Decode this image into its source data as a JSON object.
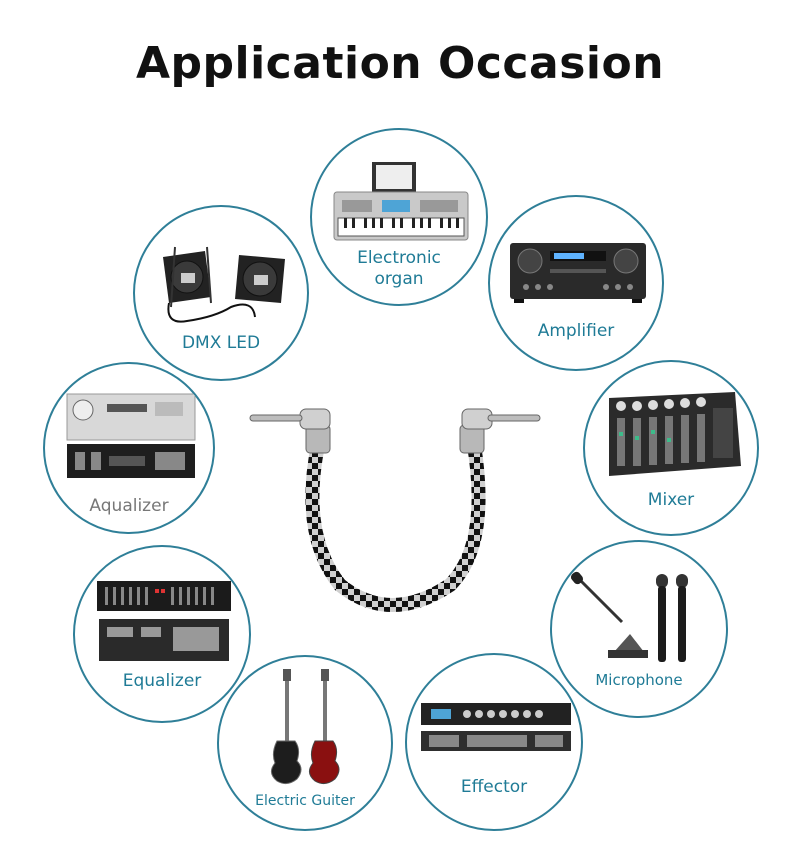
{
  "title": "Application Occasion",
  "accent_color": "#2f7f98",
  "items": [
    {
      "label": "Electronic organ",
      "icon": "electronic-organ-icon"
    },
    {
      "label": "Amplifier",
      "icon": "amplifier-icon"
    },
    {
      "label": "DMX LED",
      "icon": "dmx-led-light-icon"
    },
    {
      "label": "Aqualizer",
      "icon": "audio-equipment-icon"
    },
    {
      "label": "Mixer",
      "icon": "mixer-icon"
    },
    {
      "label": "Equalizer",
      "icon": "equalizer-icon"
    },
    {
      "label": "Microphone",
      "icon": "microphone-icon"
    },
    {
      "label": "Electric Guiter",
      "icon": "electric-guitar-icon"
    },
    {
      "label": "Effector",
      "icon": "effector-icon"
    }
  ]
}
